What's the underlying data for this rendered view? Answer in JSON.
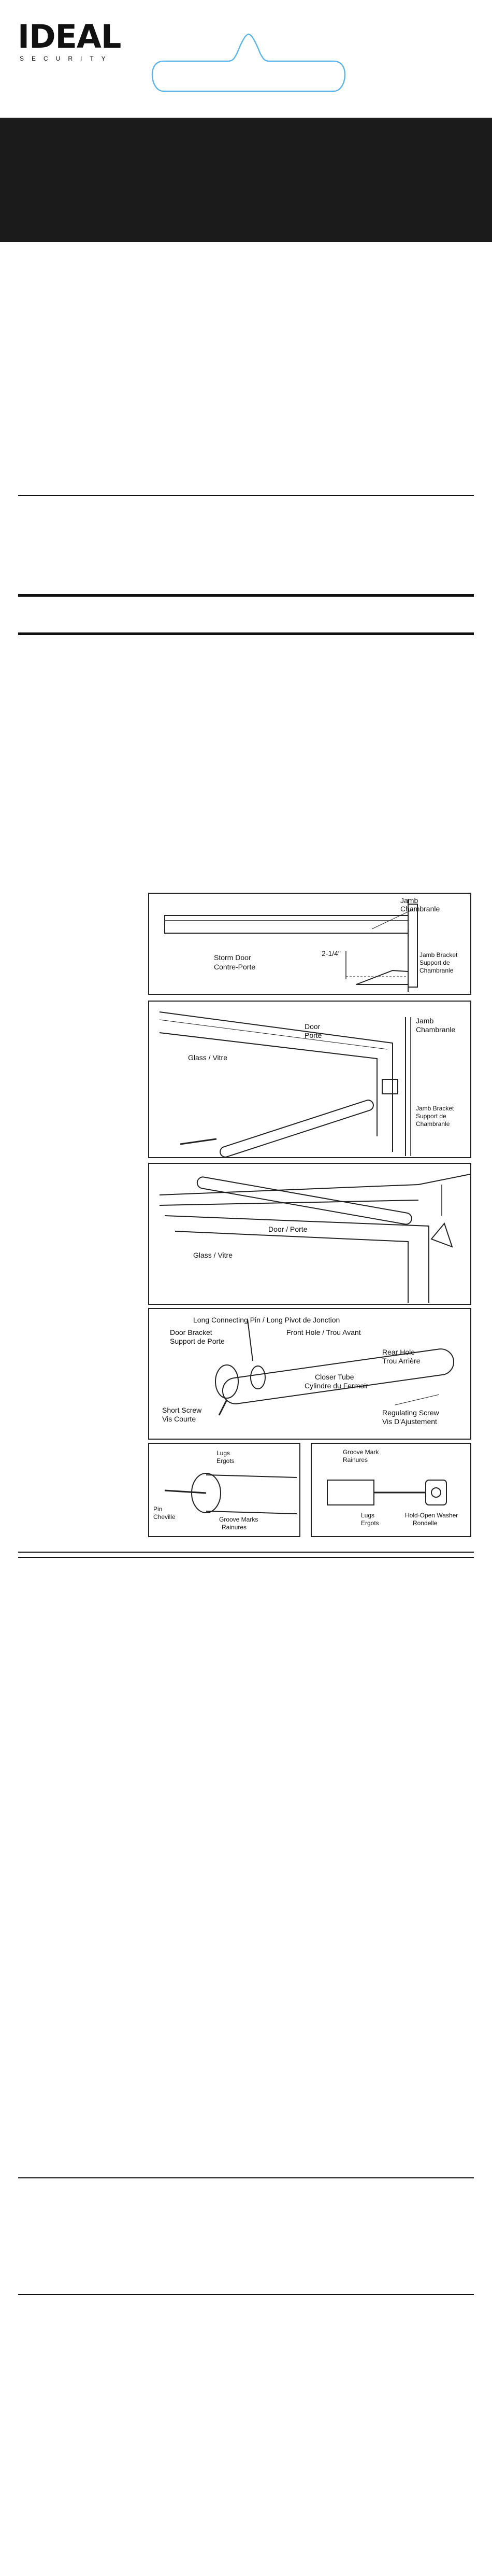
{
  "brand": {
    "name": "IDEAL",
    "tagline": "SECURITY"
  },
  "figures": {
    "storm_door": {
      "jamb": "Jamb",
      "jamb_fr": "Chambranle",
      "storm_door": "Storm Door",
      "storm_door_fr": "Contre-Porte",
      "measurement": "2-1/4\"",
      "jamb_bracket": "Jamb Bracket",
      "jamb_bracket_fr1": "Support de",
      "jamb_bracket_fr2": "Chambranle"
    },
    "door_jamb": {
      "door": "Door",
      "door_fr": "Porte",
      "glass": "Glass / Vitre",
      "jamb": "Jamb",
      "jamb_fr": "Chambranle",
      "jamb_bracket": "Jamb Bracket",
      "jamb_bracket_fr1": "Support de",
      "jamb_bracket_fr2": "Chambranle"
    },
    "mounted": {
      "door": "Door / Porte",
      "glass": "Glass / Vitre"
    },
    "parts": {
      "long_pin": "Long Connecting Pin / Long Pivot de Jonction",
      "front_hole": "Front Hole / Trou Avant",
      "door_bracket": "Door Bracket",
      "door_bracket_fr": "Support de Porte",
      "rear_hole": "Rear Hole",
      "rear_hole_fr": "Trou Arrière",
      "closer_tube": "Closer Tube",
      "closer_tube_fr": "Cylindre du Fermoir",
      "short_screw": "Short Screw",
      "short_screw_fr": "Vis Courte",
      "regulating_screw": "Regulating Screw",
      "regulating_screw_fr": "Vis D'Ajustement"
    },
    "lugs_left": {
      "lugs": "Lugs",
      "lugs_fr": "Ergots",
      "pin": "Pin",
      "pin_fr": "Cheville",
      "groove": "Groove Marks",
      "groove_fr": "Rainures"
    },
    "lugs_right": {
      "groove": "Groove Mark",
      "groove_fr": "Rainures",
      "lugs": "Lugs",
      "lugs_fr": "Ergots",
      "washer": "Hold-Open Washer",
      "washer_fr": "Rondelle"
    }
  }
}
